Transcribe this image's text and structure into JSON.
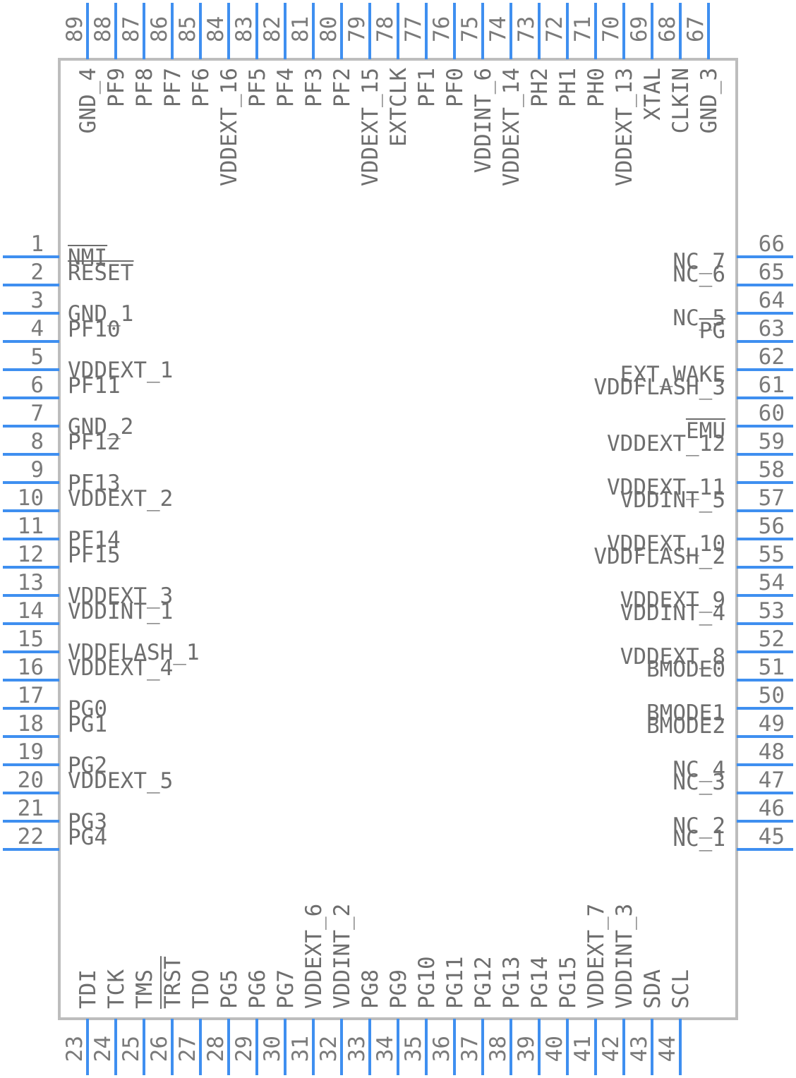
{
  "colors": {
    "pin": "#3f8ff0",
    "body_outline": "#bdbdbd",
    "text": "#6e6e6e"
  },
  "left_pins": [
    {
      "num": "1",
      "name": "NMI",
      "overbar": true
    },
    {
      "num": "2",
      "name": "RESET",
      "overbar": true
    },
    {
      "num": "3",
      "name": "GND_1"
    },
    {
      "num": "4",
      "name": "PF10"
    },
    {
      "num": "5",
      "name": "VDDEXT_1"
    },
    {
      "num": "6",
      "name": "PF11"
    },
    {
      "num": "7",
      "name": "GND_2"
    },
    {
      "num": "8",
      "name": "PF12"
    },
    {
      "num": "9",
      "name": "PF13"
    },
    {
      "num": "10",
      "name": "VDDEXT_2"
    },
    {
      "num": "11",
      "name": "PF14"
    },
    {
      "num": "12",
      "name": "PF15"
    },
    {
      "num": "13",
      "name": "VDDEXT_3"
    },
    {
      "num": "14",
      "name": "VDDINT_1"
    },
    {
      "num": "15",
      "name": "VDDFLASH_1"
    },
    {
      "num": "16",
      "name": "VDDEXT_4"
    },
    {
      "num": "17",
      "name": "PG0"
    },
    {
      "num": "18",
      "name": "PG1"
    },
    {
      "num": "19",
      "name": "PG2"
    },
    {
      "num": "20",
      "name": "VDDEXT_5"
    },
    {
      "num": "21",
      "name": "PG3"
    },
    {
      "num": "22",
      "name": "PG4"
    }
  ],
  "bottom_pins": [
    {
      "num": "23",
      "name": "TDI"
    },
    {
      "num": "24",
      "name": "TCK"
    },
    {
      "num": "25",
      "name": "TMS"
    },
    {
      "num": "26",
      "name": "TRST",
      "overbar": true
    },
    {
      "num": "27",
      "name": "TDO"
    },
    {
      "num": "28",
      "name": "PG5"
    },
    {
      "num": "29",
      "name": "PG6"
    },
    {
      "num": "30",
      "name": "PG7"
    },
    {
      "num": "31",
      "name": "VDDEXT_6"
    },
    {
      "num": "32",
      "name": "VDDINT_2"
    },
    {
      "num": "33",
      "name": "PG8"
    },
    {
      "num": "34",
      "name": "PG9"
    },
    {
      "num": "35",
      "name": "PG10"
    },
    {
      "num": "36",
      "name": "PG11"
    },
    {
      "num": "37",
      "name": "PG12"
    },
    {
      "num": "38",
      "name": "PG13"
    },
    {
      "num": "39",
      "name": "PG14"
    },
    {
      "num": "40",
      "name": "PG15"
    },
    {
      "num": "41",
      "name": "VDDEXT_7"
    },
    {
      "num": "42",
      "name": "VDDINT_3"
    },
    {
      "num": "43",
      "name": "SDA"
    },
    {
      "num": "44",
      "name": "SCL"
    }
  ],
  "right_pins": [
    {
      "num": "45",
      "name": "NC_1"
    },
    {
      "num": "46",
      "name": "NC_2"
    },
    {
      "num": "47",
      "name": "NC_3"
    },
    {
      "num": "48",
      "name": "NC_4"
    },
    {
      "num": "49",
      "name": "BMODE2"
    },
    {
      "num": "50",
      "name": "BMODE1"
    },
    {
      "num": "51",
      "name": "BMODE0"
    },
    {
      "num": "52",
      "name": "VDDEXT_8"
    },
    {
      "num": "53",
      "name": "VDDINT_4"
    },
    {
      "num": "54",
      "name": "VDDEXT_9"
    },
    {
      "num": "55",
      "name": "VDDFLASH_2"
    },
    {
      "num": "56",
      "name": "VDDEXT_10"
    },
    {
      "num": "57",
      "name": "VDDINT_5"
    },
    {
      "num": "58",
      "name": "VDDEXT_11"
    },
    {
      "num": "59",
      "name": "VDDEXT_12"
    },
    {
      "num": "60",
      "name": "EMU",
      "overbar": true
    },
    {
      "num": "61",
      "name": "VDDFLASH_3"
    },
    {
      "num": "62",
      "name": "EXT_WAKE"
    },
    {
      "num": "63",
      "name": "PG",
      "overbar": true
    },
    {
      "num": "64",
      "name": "NC_5"
    },
    {
      "num": "65",
      "name": "NC_6"
    },
    {
      "num": "66",
      "name": "NC_7"
    }
  ],
  "top_pins": [
    {
      "num": "67",
      "name": "GND_3"
    },
    {
      "num": "68",
      "name": "CLKIN"
    },
    {
      "num": "69",
      "name": "XTAL"
    },
    {
      "num": "70",
      "name": "VDDEXT_13"
    },
    {
      "num": "71",
      "name": "PH0"
    },
    {
      "num": "72",
      "name": "PH1"
    },
    {
      "num": "73",
      "name": "PH2"
    },
    {
      "num": "74",
      "name": "VDDEXT_14"
    },
    {
      "num": "75",
      "name": "VDDINT_6"
    },
    {
      "num": "76",
      "name": "PF0"
    },
    {
      "num": "77",
      "name": "PF1"
    },
    {
      "num": "78",
      "name": "EXTCLK"
    },
    {
      "num": "79",
      "name": "VDDEXT_15"
    },
    {
      "num": "80",
      "name": "PF2"
    },
    {
      "num": "81",
      "name": "PF3"
    },
    {
      "num": "82",
      "name": "PF4"
    },
    {
      "num": "83",
      "name": "PF5"
    },
    {
      "num": "84",
      "name": "VDDEXT_16"
    },
    {
      "num": "85",
      "name": "PF6"
    },
    {
      "num": "86",
      "name": "PF7"
    },
    {
      "num": "87",
      "name": "PF8"
    },
    {
      "num": "88",
      "name": "PF9"
    },
    {
      "num": "89",
      "name": "GND_4"
    }
  ]
}
